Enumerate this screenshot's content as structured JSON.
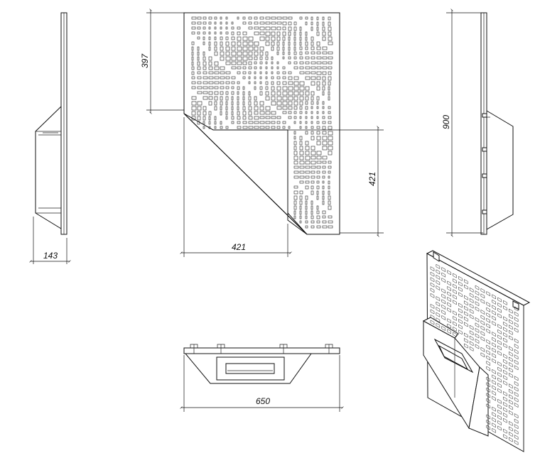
{
  "dimensions": {
    "side_depth": "143",
    "panel_upper_height": "397",
    "cut_width": "421",
    "cut_height": "421",
    "total_height": "900",
    "total_width": "650"
  },
  "colors": {
    "line": "#111111",
    "background": "#ffffff"
  }
}
